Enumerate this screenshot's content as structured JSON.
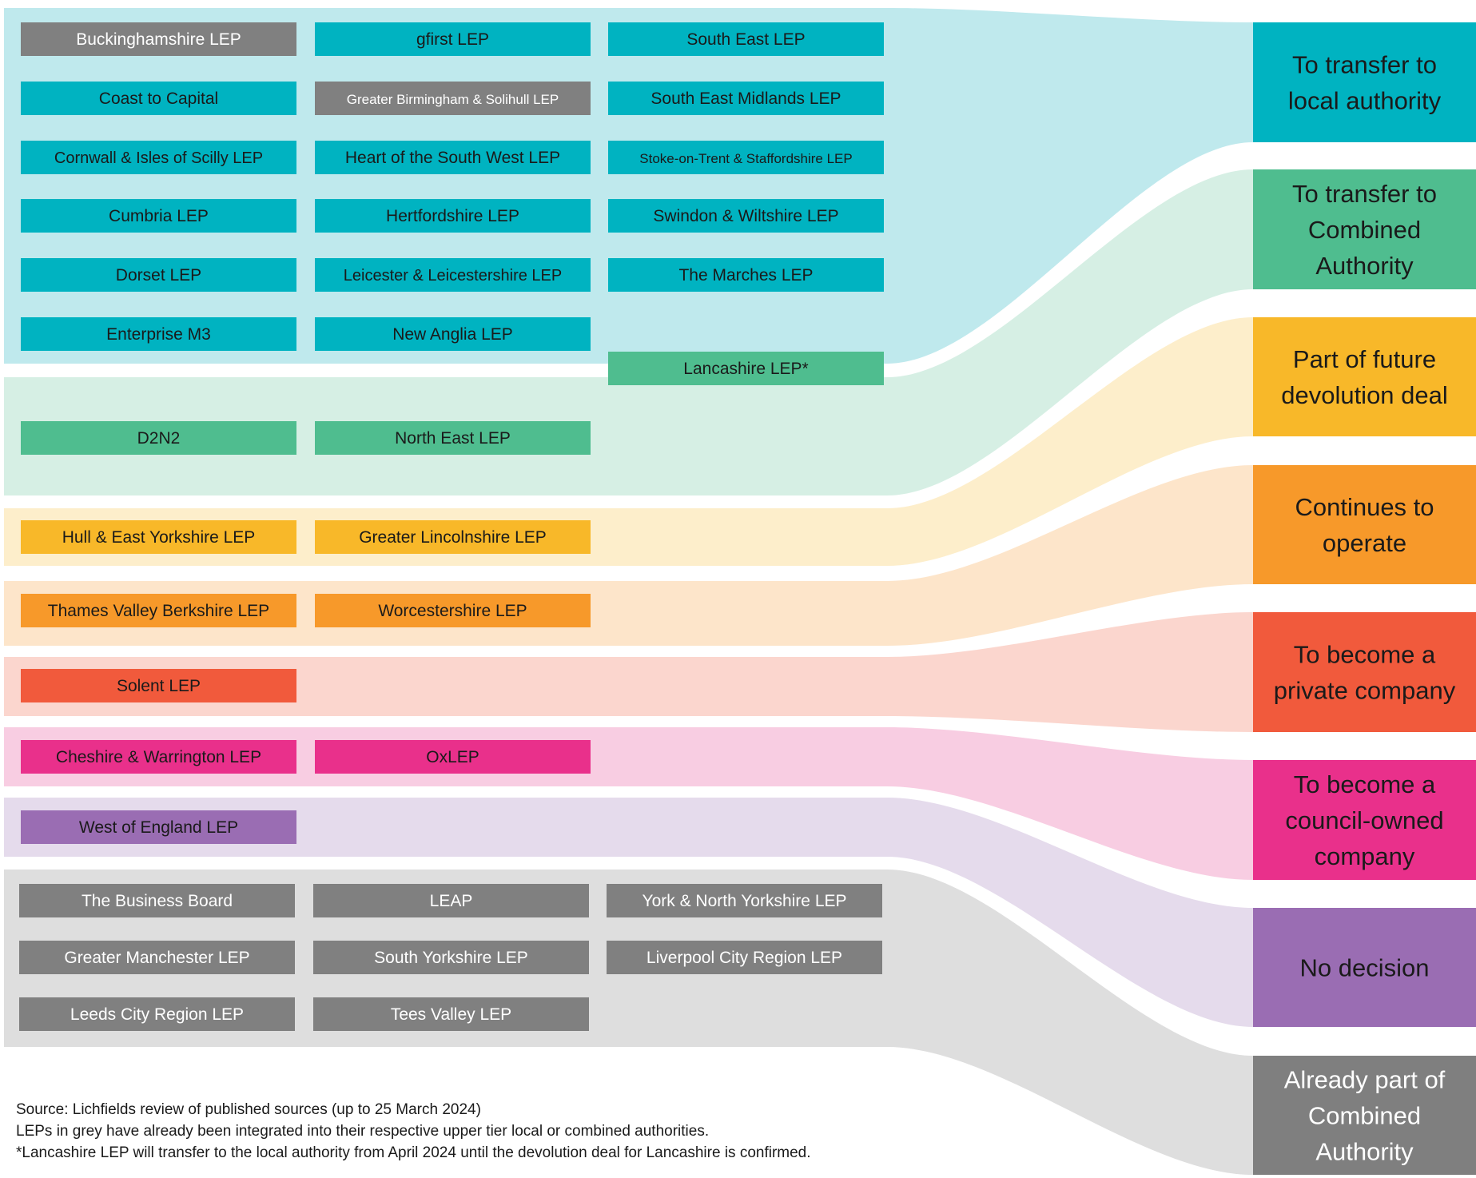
{
  "groups": [
    {
      "key": "local-authority",
      "color": "#00b3c1",
      "band_color": "#bfe9ed",
      "destination": [
        "To transfer to",
        "local authority"
      ],
      "text_color": "dark",
      "leps": [
        {
          "label": "Buckinghamshire LEP",
          "status": "integrated"
        },
        {
          "label": "Coast to Capital"
        },
        {
          "label": "Cornwall & Isles of Scilly LEP"
        },
        {
          "label": "Cumbria LEP"
        },
        {
          "label": "Dorset LEP"
        },
        {
          "label": "Enterprise M3"
        },
        {
          "label": "gfirst LEP"
        },
        {
          "label": "Greater Birmingham & Solihull LEP",
          "status": "integrated"
        },
        {
          "label": "Heart of the South West LEP"
        },
        {
          "label": "Hertfordshire LEP"
        },
        {
          "label": "Leicester & Leicestershire LEP"
        },
        {
          "label": "New Anglia LEP"
        },
        {
          "label": "South East LEP"
        },
        {
          "label": "South East Midlands LEP"
        },
        {
          "label": "Stoke-on-Trent & Staffordshire LEP"
        },
        {
          "label": "Swindon & Wiltshire LEP"
        },
        {
          "label": "The Marches LEP"
        }
      ]
    },
    {
      "key": "combined-authority",
      "color": "#4fbd8f",
      "band_color": "#d6efe4",
      "destination": [
        "To transfer to",
        "Combined",
        "Authority"
      ],
      "text_color": "dark",
      "leps": [
        {
          "label": "Lancashire LEP*"
        },
        {
          "label": "D2N2"
        },
        {
          "label": "North East LEP"
        }
      ]
    },
    {
      "key": "devolution-deal",
      "color": "#f8b829",
      "band_color": "#fdeecb",
      "destination": [
        "Part of future",
        "devolution deal"
      ],
      "text_color": "dark",
      "leps": [
        {
          "label": "Hull & East Yorkshire LEP"
        },
        {
          "label": "Greater Lincolnshire LEP"
        }
      ]
    },
    {
      "key": "continues",
      "color": "#f7992a",
      "band_color": "#fde5ca",
      "destination": [
        "Continues to",
        "operate"
      ],
      "text_color": "dark",
      "leps": [
        {
          "label": "Thames Valley Berkshire LEP"
        },
        {
          "label": "Worcestershire LEP"
        }
      ]
    },
    {
      "key": "private-company",
      "color": "#f15a3c",
      "band_color": "#fbd6ce",
      "destination": [
        "To become a",
        "private company"
      ],
      "text_color": "dark",
      "leps": [
        {
          "label": "Solent LEP"
        }
      ]
    },
    {
      "key": "council-owned",
      "color": "#e9308b",
      "band_color": "#f8cde2",
      "destination": [
        "To become a",
        "council-owned",
        "company"
      ],
      "text_color": "dark",
      "leps": [
        {
          "label": "Cheshire & Warrington LEP"
        },
        {
          "label": "OxLEP"
        }
      ]
    },
    {
      "key": "no-decision",
      "color": "#9a6db3",
      "band_color": "#e5dbec",
      "destination": [
        "No decision"
      ],
      "text_color": "dark",
      "leps": [
        {
          "label": "West of England LEP"
        }
      ]
    },
    {
      "key": "already-combined",
      "color": "#7f7f7f",
      "band_color": "#dedede",
      "destination": [
        "Already part of",
        "Combined",
        "Authority"
      ],
      "text_color": "light",
      "leps": [
        {
          "label": "The Business Board",
          "status": "integrated"
        },
        {
          "label": "Greater Manchester LEP",
          "status": "integrated"
        },
        {
          "label": "Leeds City Region LEP",
          "status": "integrated"
        },
        {
          "label": "LEAP",
          "status": "integrated"
        },
        {
          "label": "South Yorkshire LEP",
          "status": "integrated"
        },
        {
          "label": "Tees Valley LEP",
          "status": "integrated"
        },
        {
          "label": "York & North Yorkshire LEP",
          "status": "integrated"
        },
        {
          "label": "Liverpool City Region LEP",
          "status": "integrated"
        }
      ]
    }
  ],
  "integrated_color": "#808080",
  "notes": {
    "source": "Source: Lichfields review of published sources (up to 25 March 2024)",
    "grey_note": "LEPs in grey have already been integrated into their respective upper tier local or combined authorities.",
    "lancashire_note": "*Lancashire LEP will transfer to the local authority from April 2024 until the devolution deal for Lancashire is confirmed."
  }
}
